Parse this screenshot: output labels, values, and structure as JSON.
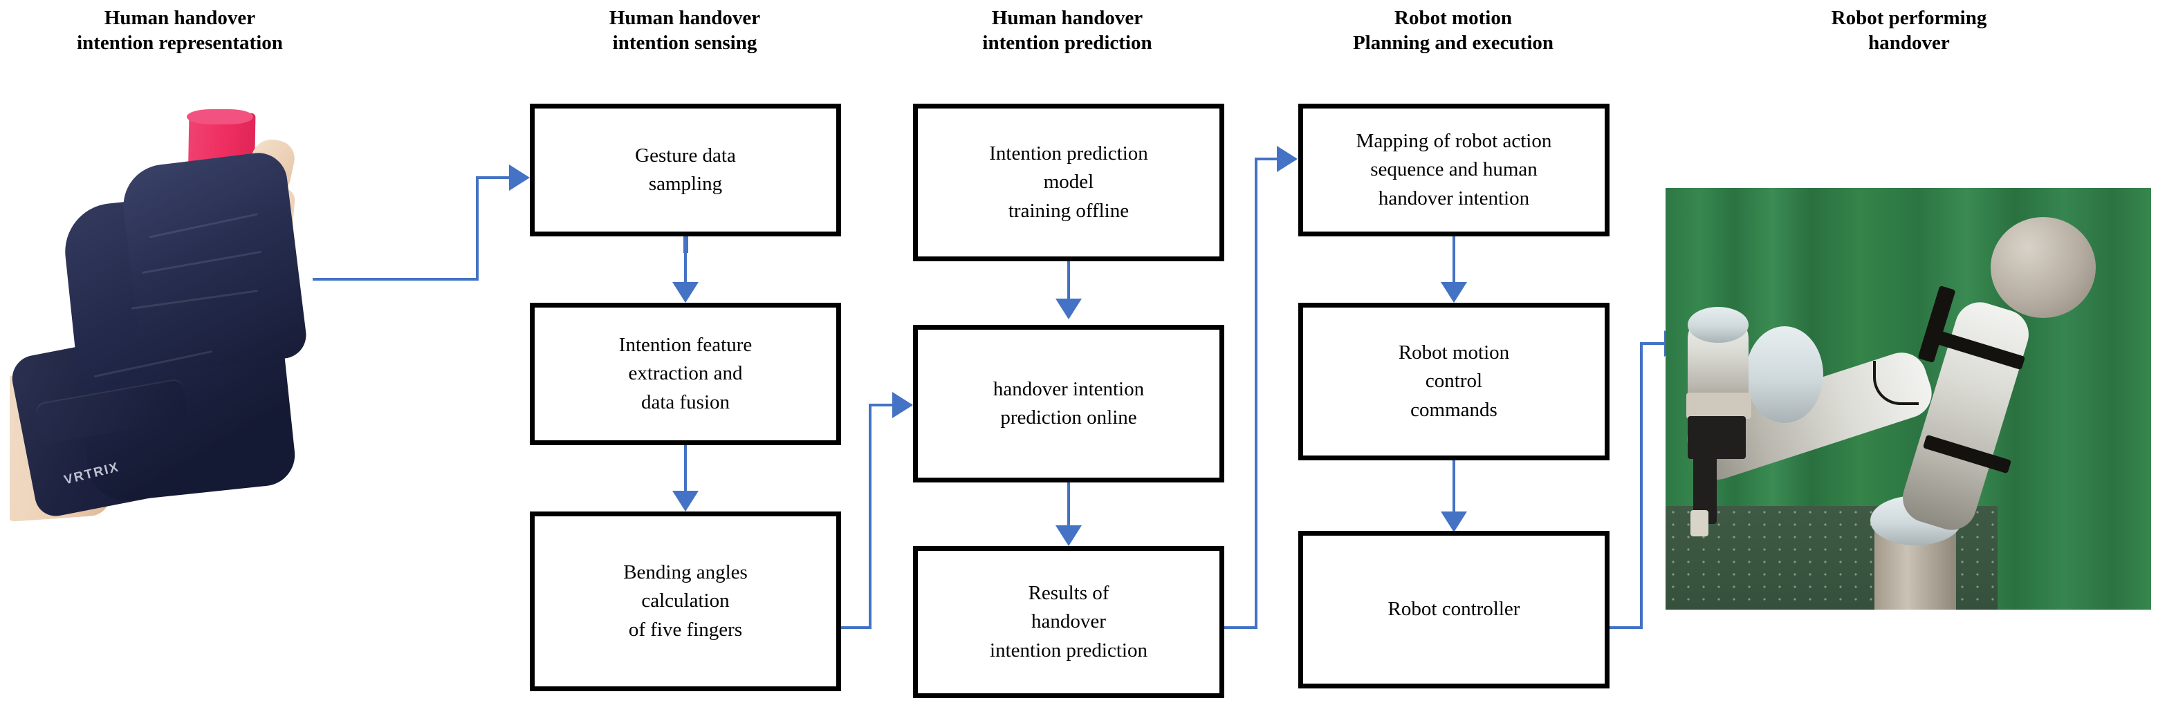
{
  "figure": {
    "type": "flowchart",
    "accent_color": "#4472C4",
    "box_border_color": "#000000",
    "background_color": "#FFFFFF"
  },
  "columns": [
    {
      "id": "representation",
      "header": "Human handover\nintention representation"
    },
    {
      "id": "sensing",
      "header": "Human handover\nintention sensing"
    },
    {
      "id": "prediction",
      "header": "Human handover\nintention prediction"
    },
    {
      "id": "planning",
      "header": "Robot motion\nPlanning and execution"
    },
    {
      "id": "execution",
      "header": "Robot performing\nhandover"
    }
  ],
  "boxes": {
    "sensing": [
      {
        "id": "gesture-data-sampling",
        "text": "Gesture data\nsampling"
      },
      {
        "id": "intention-feature-extraction",
        "text": "Intention feature\nextraction and\ndata fusion"
      },
      {
        "id": "bending-angles",
        "text": "Bending angles\ncalculation\nof five fingers"
      }
    ],
    "prediction": [
      {
        "id": "model-training-offline",
        "text": "Intention prediction\nmodel\ntraining offline"
      },
      {
        "id": "prediction-online",
        "text": "handover intention\nprediction online"
      },
      {
        "id": "prediction-results",
        "text": "Results of\nhandover\nintention prediction"
      }
    ],
    "planning": [
      {
        "id": "action-mapping",
        "text": "Mapping of  robot action\nsequence and human\nhandover intention"
      },
      {
        "id": "motion-control-commands",
        "text": "Robot motion\ncontrol\ncommands"
      },
      {
        "id": "robot-controller",
        "text": "Robot controller"
      }
    ]
  },
  "photos": {
    "hand": {
      "id": "gloved-hand-photo",
      "description": "Hand wearing a dark navy data glove gripping a pink cylindrical object",
      "glove_brand": "VRTRIX",
      "glove_color": "#1D2240",
      "object_color": "#EF2F62"
    },
    "robot": {
      "id": "robot-arm-photo",
      "description": "Universal Robots arm with gripper in front of a green curtain backdrop",
      "backdrop_color": "#2F7A46"
    }
  },
  "connectors": [
    {
      "id": "hand-to-gesture-sampling",
      "from": "gloved-hand-photo",
      "to": "gesture-data-sampling",
      "shape": "elbow-right"
    },
    {
      "id": "gesture-to-feature-extraction",
      "from": "gesture-data-sampling",
      "to": "intention-feature-extraction",
      "shape": "straight-down"
    },
    {
      "id": "feature-to-bending-angles",
      "from": "intention-feature-extraction",
      "to": "bending-angles",
      "shape": "straight-down"
    },
    {
      "id": "bending-to-prediction-online",
      "from": "bending-angles",
      "to": "prediction-online",
      "shape": "elbow-up-right"
    },
    {
      "id": "training-to-prediction-online",
      "from": "model-training-offline",
      "to": "prediction-online",
      "shape": "straight-down"
    },
    {
      "id": "prediction-online-to-results",
      "from": "prediction-online",
      "to": "prediction-results",
      "shape": "straight-down"
    },
    {
      "id": "results-to-action-mapping",
      "from": "prediction-results",
      "to": "action-mapping",
      "shape": "elbow-up-right"
    },
    {
      "id": "mapping-to-control-commands",
      "from": "action-mapping",
      "to": "motion-control-commands",
      "shape": "straight-down"
    },
    {
      "id": "commands-to-controller",
      "from": "motion-control-commands",
      "to": "robot-controller",
      "shape": "straight-down"
    },
    {
      "id": "controller-to-robot",
      "from": "robot-controller",
      "to": "robot-arm-photo",
      "shape": "straight-right"
    }
  ]
}
